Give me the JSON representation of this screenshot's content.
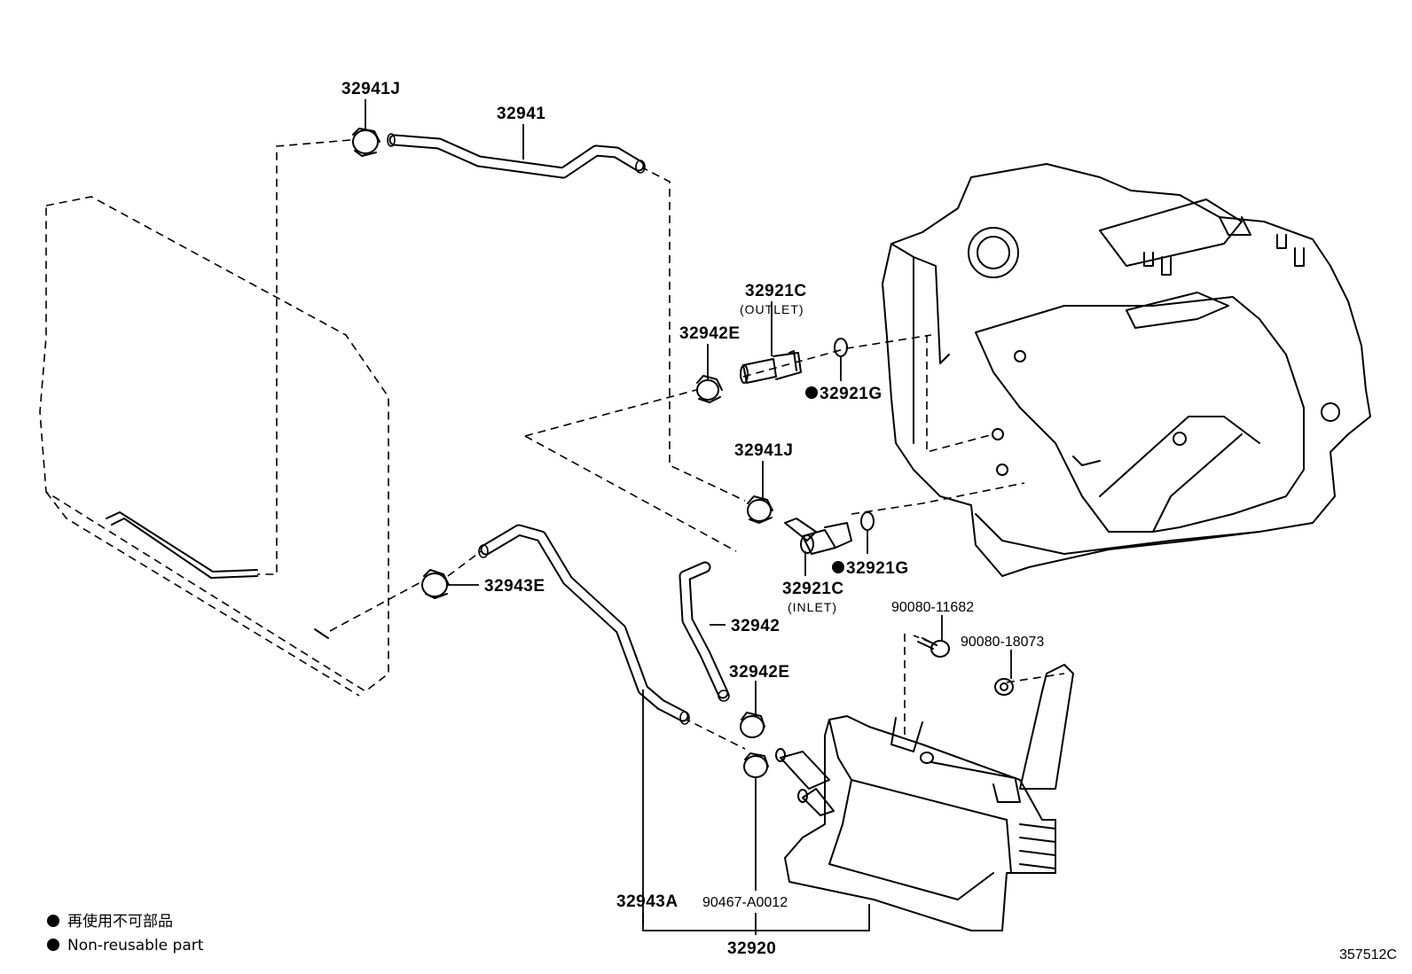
{
  "diagram": {
    "parts": {
      "p32941J_top": "32941J",
      "p32941": "32941",
      "p32921C_outlet": "32921C",
      "outlet_note": "(OUTLET)",
      "p32942E_upper": "32942E",
      "p32921G_upper": "32921G",
      "p32941J_mid": "32941J",
      "p32921G_lower": "32921G",
      "p32921C_inlet": "32921C",
      "inlet_note": "(INLET)",
      "p32943E": "32943E",
      "p32942": "32942",
      "p32942E_lower": "32942E",
      "p90080_11682": "90080-11682",
      "p90080_18073": "90080-18073",
      "p32943A": "32943A",
      "p90467_A0012": "90467-A0012",
      "p32920": "32920"
    },
    "legend": {
      "jp": "再使用不可部品",
      "en": "Non-reusable part"
    },
    "illustration_code": "357512C"
  }
}
